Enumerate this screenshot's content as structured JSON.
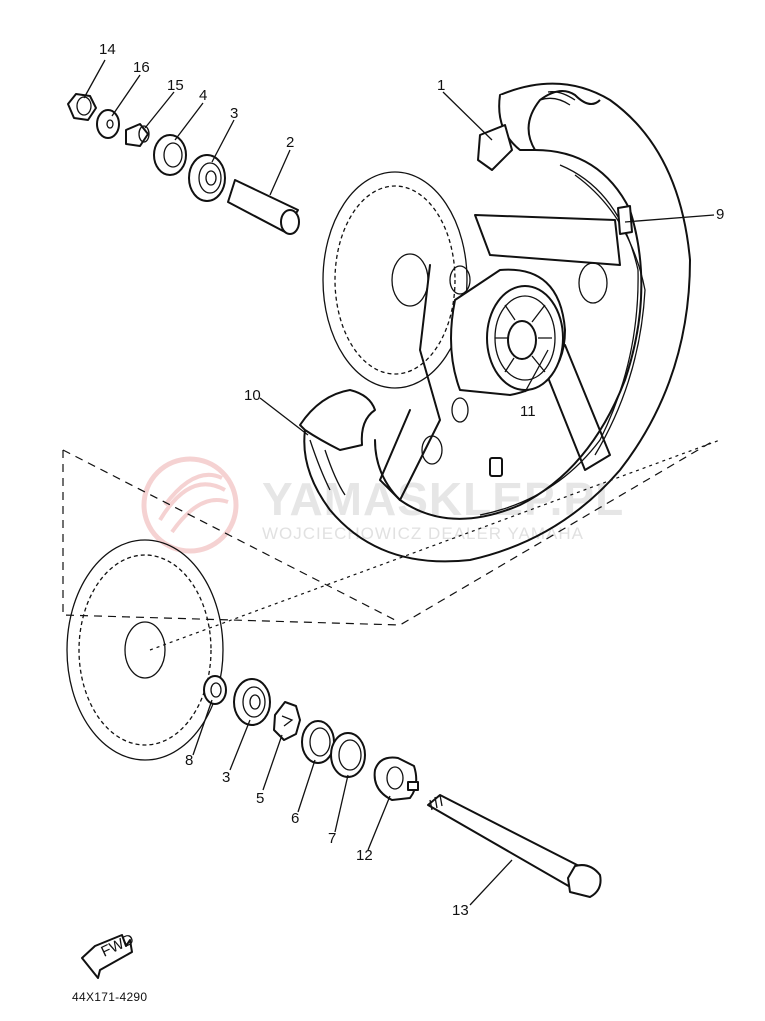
{
  "callouts": [
    {
      "id": "1",
      "label": "1"
    },
    {
      "id": "2",
      "label": "2"
    },
    {
      "id": "3a",
      "label": "3"
    },
    {
      "id": "3b",
      "label": "3"
    },
    {
      "id": "4",
      "label": "4"
    },
    {
      "id": "5",
      "label": "5"
    },
    {
      "id": "6",
      "label": "6"
    },
    {
      "id": "7",
      "label": "7"
    },
    {
      "id": "8",
      "label": "8"
    },
    {
      "id": "9",
      "label": "9"
    },
    {
      "id": "10",
      "label": "10"
    },
    {
      "id": "11",
      "label": "11"
    },
    {
      "id": "12",
      "label": "12"
    },
    {
      "id": "13",
      "label": "13"
    },
    {
      "id": "14",
      "label": "14"
    },
    {
      "id": "15",
      "label": "15"
    },
    {
      "id": "16",
      "label": "16"
    }
  ],
  "fwd_label": "FWD",
  "diagram_code": "44X171-4290",
  "watermark": {
    "main": "YAMASKLEP.PL",
    "sub": "WOJCIECHOWICZ DEALER YAMAHA"
  }
}
